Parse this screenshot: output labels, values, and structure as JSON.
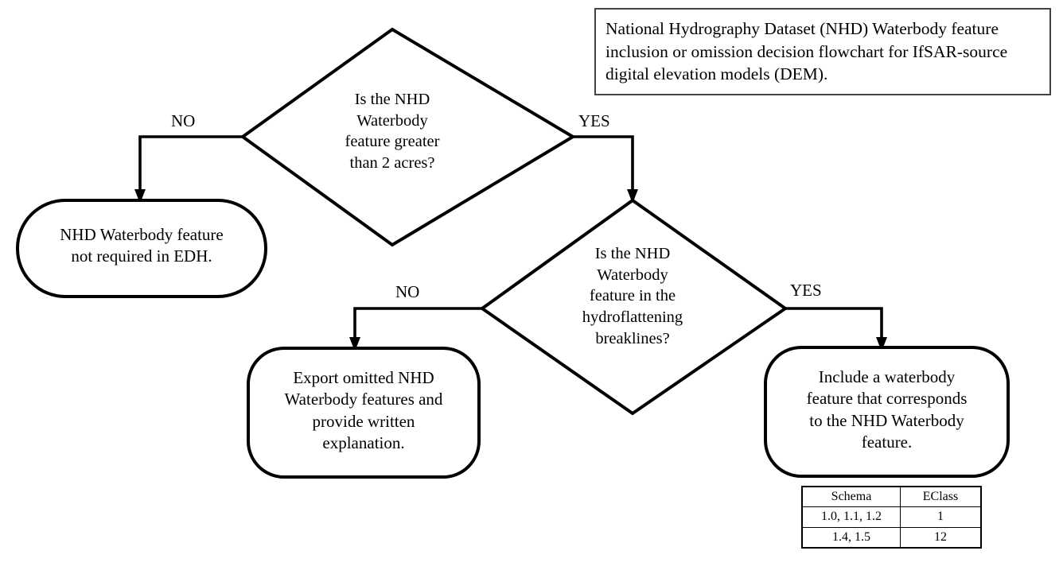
{
  "caption": {
    "text": "National Hydrography Dataset (NHD) Waterbody feature inclusion or omission decision flowchart for IfSAR-source digital elevation models (DEM)."
  },
  "nodes": {
    "decision_1": {
      "type": "decision",
      "text": "Is the NHD\nWaterbody\nfeature greater\nthan 2 acres?"
    },
    "decision_2": {
      "type": "decision",
      "text": "Is the NHD\nWaterbody\nfeature in the\nhydroflattening\nbreaklines?"
    },
    "terminal_not_required": {
      "type": "terminal",
      "text": "NHD Waterbody feature\nnot required in EDH."
    },
    "terminal_export_omitted": {
      "type": "terminal",
      "text": "Export omitted NHD\nWaterbody features and\nprovide written\nexplanation."
    },
    "terminal_include": {
      "type": "terminal",
      "text": "Include a waterbody\nfeature that corresponds\nto the NHD Waterbody\nfeature."
    }
  },
  "edges": [
    {
      "id": "d1-no",
      "label": "NO",
      "from": "decision_1",
      "to": "terminal_not_required"
    },
    {
      "id": "d1-yes",
      "label": "YES",
      "from": "decision_1",
      "to": "decision_2"
    },
    {
      "id": "d2-no",
      "label": "NO",
      "from": "decision_2",
      "to": "terminal_export_omitted"
    },
    {
      "id": "d2-yes",
      "label": "YES",
      "from": "decision_2",
      "to": "terminal_include"
    }
  ],
  "table": {
    "headers": [
      "Schema",
      "EClass"
    ],
    "rows": [
      [
        "1.0, 1.1, 1.2",
        "1"
      ],
      [
        "1.4, 1.5",
        "12"
      ]
    ]
  },
  "colors": {
    "stroke": "#000000",
    "fill": "#ffffff",
    "caption_border": "#444444",
    "text": "#000000"
  }
}
